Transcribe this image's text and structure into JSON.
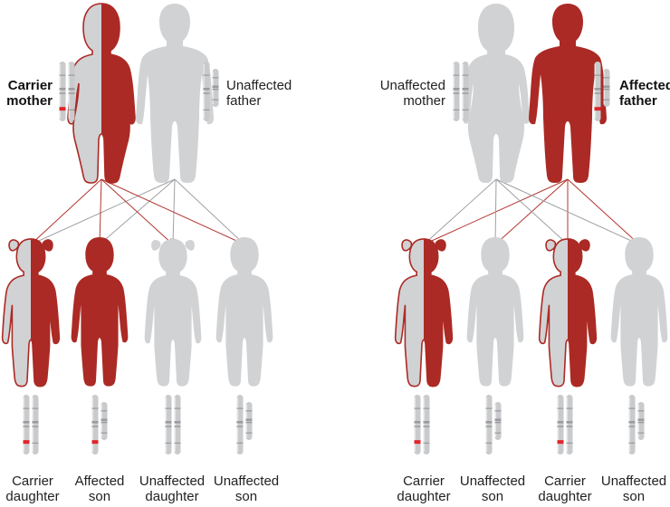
{
  "colors": {
    "affected": "#ab2a25",
    "unaffected": "#d1d2d4",
    "chromosome": "#c9cacc",
    "chromosome_band": "#9a9b9e",
    "mutation": "#e0252a",
    "arrow_red": "#b3362f",
    "arrow_gray": "#9ea0a3"
  },
  "panels": [
    {
      "id": "x-linked-recessive-carrier-mother",
      "parents": {
        "mother": {
          "label_line1": "Carrier",
          "label_line2": "mother",
          "emphasis": true,
          "status": "carrier"
        },
        "father": {
          "label_line1": "Unaffected",
          "label_line2": "father",
          "emphasis": false,
          "status": "unaffected"
        }
      },
      "children": [
        {
          "label_line1": "Carrier",
          "label_line2": "daughter",
          "sex": "female",
          "status": "carrier"
        },
        {
          "label_line1": "Affected",
          "label_line2": "son",
          "sex": "male",
          "status": "affected"
        },
        {
          "label_line1": "Unaffected",
          "label_line2": "daughter",
          "sex": "female",
          "status": "unaffected"
        },
        {
          "label_line1": "Unaffected",
          "label_line2": "son",
          "sex": "male",
          "status": "unaffected"
        }
      ]
    },
    {
      "id": "x-linked-recessive-affected-father",
      "parents": {
        "mother": {
          "label_line1": "Unaffected",
          "label_line2": "mother",
          "emphasis": false,
          "status": "unaffected"
        },
        "father": {
          "label_line1": "Affected",
          "label_line2": "father",
          "emphasis": true,
          "status": "affected"
        }
      },
      "children": [
        {
          "label_line1": "Carrier",
          "label_line2": "daughter",
          "sex": "female",
          "status": "carrier"
        },
        {
          "label_line1": "Unaffected",
          "label_line2": "son",
          "sex": "male",
          "status": "unaffected"
        },
        {
          "label_line1": "Carrier",
          "label_line2": "daughter",
          "sex": "female",
          "status": "carrier"
        },
        {
          "label_line1": "Unaffected",
          "label_line2": "son",
          "sex": "male",
          "status": "unaffected"
        }
      ]
    }
  ]
}
